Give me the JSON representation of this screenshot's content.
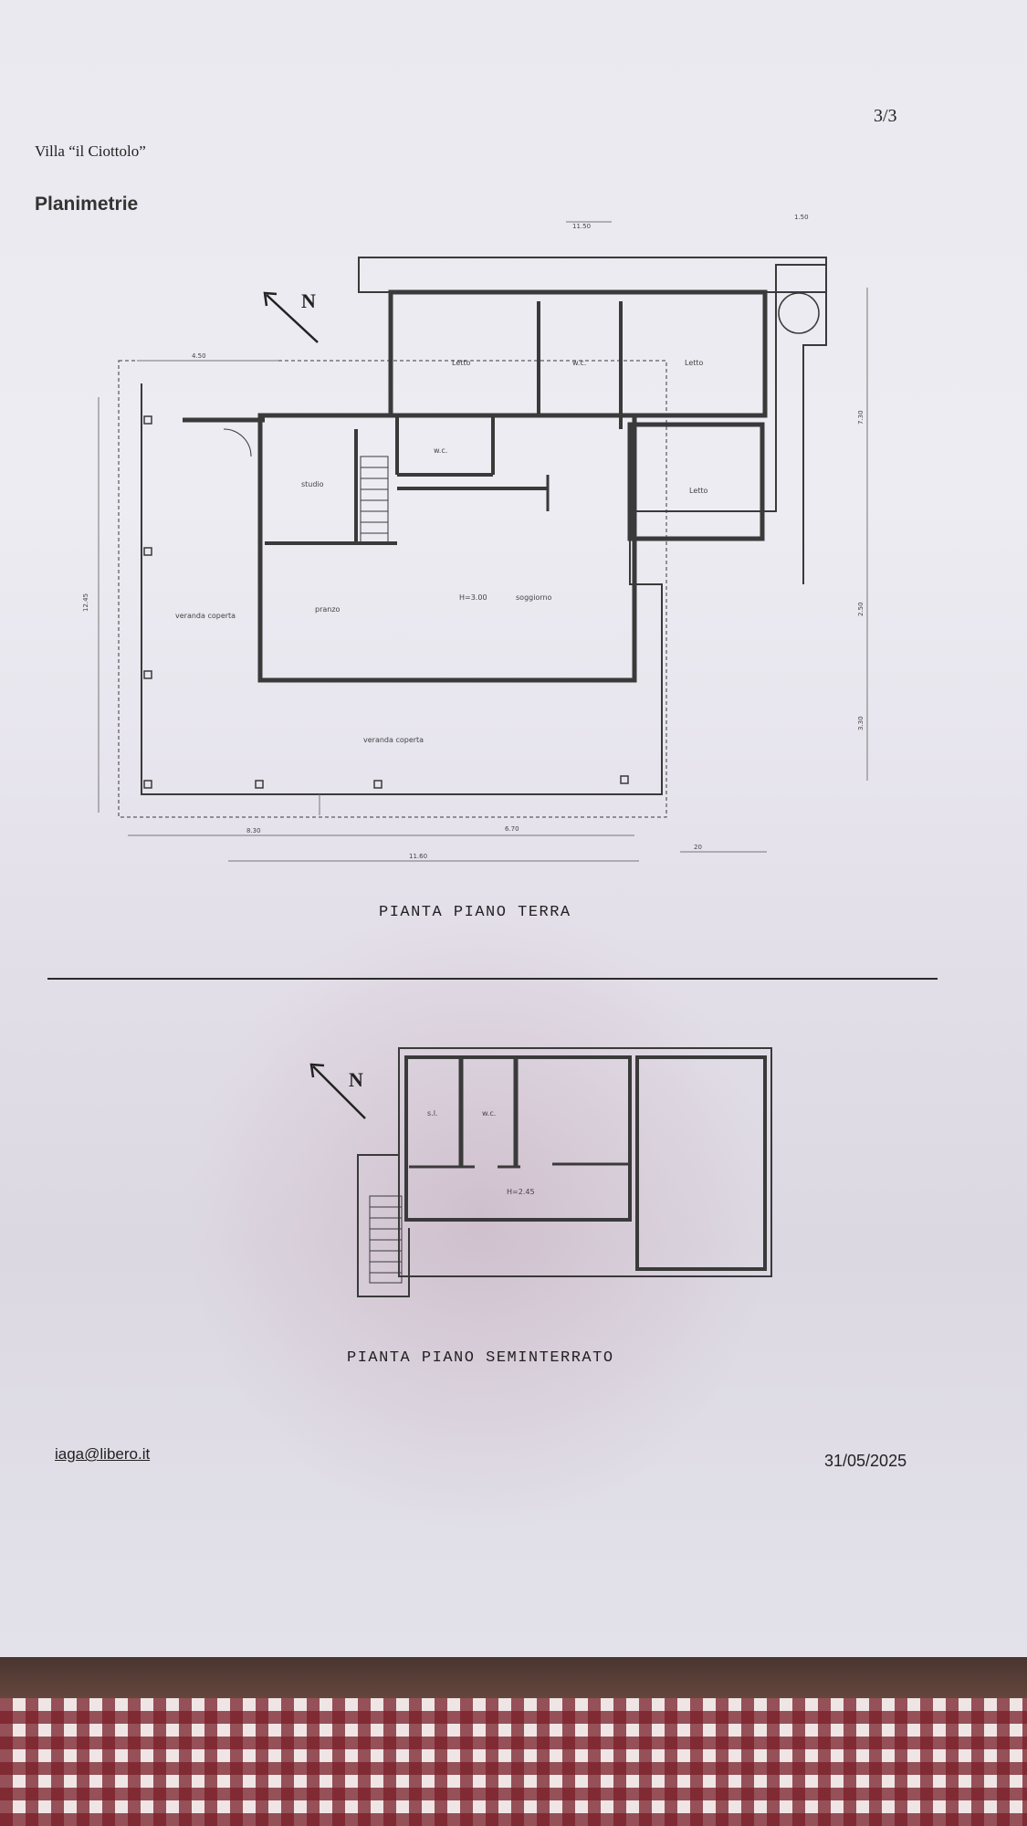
{
  "document": {
    "page_number": "3/3",
    "villa_title": "Villa “il Ciottolo”",
    "section_title": "Planimetrie",
    "email": "iaga@libero.it",
    "date": "31/05/2025"
  },
  "ground_floor": {
    "caption": "PIANTA PIANO TERRA",
    "north_label": "N",
    "rooms": {
      "letto_1": "Letto",
      "wc_top": "w.c.",
      "letto_2": "Letto",
      "wc_middle": "w.c.",
      "studio": "studio",
      "letto_3": "Letto",
      "veranda_left": "veranda coperta",
      "pranzo": "pranzo",
      "height_note": "H=3.00",
      "soggiorno": "soggiorno",
      "veranda_bottom": "veranda coperta"
    },
    "dimensions": {
      "top_total": "11.50",
      "top_right": "1.50",
      "left_top": "4.50",
      "left_total": "12.45",
      "right_upper": "7.30",
      "right_middle": "2.50",
      "right_lower": "3.30",
      "bottom_left": "8.30",
      "bottom_middle": "6.70",
      "bottom_total": "11.60",
      "bottom_right": "20"
    }
  },
  "basement": {
    "caption": "PIANTA PIANO SEMINTERRATO",
    "north_label": "N",
    "rooms": {
      "storage": "s.l.",
      "wc": "w.c.",
      "height_note": "H=2.45"
    }
  }
}
